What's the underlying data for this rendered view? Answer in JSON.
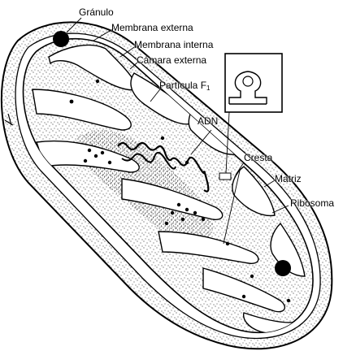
{
  "labels": {
    "granulo": "Gránulo",
    "membrana_externa": "Membrana externa",
    "membrana_interna": "Membrana interna",
    "camara_externa": "Cámara externa",
    "particula_f": "Partícula F",
    "particula_f_sub": "1",
    "adn": "ADN",
    "cresta": "Cresta",
    "matriz": "Matriz",
    "ribosoma": "Ribosoma"
  },
  "colors": {
    "ink": "#000000",
    "paper": "#ffffff"
  }
}
